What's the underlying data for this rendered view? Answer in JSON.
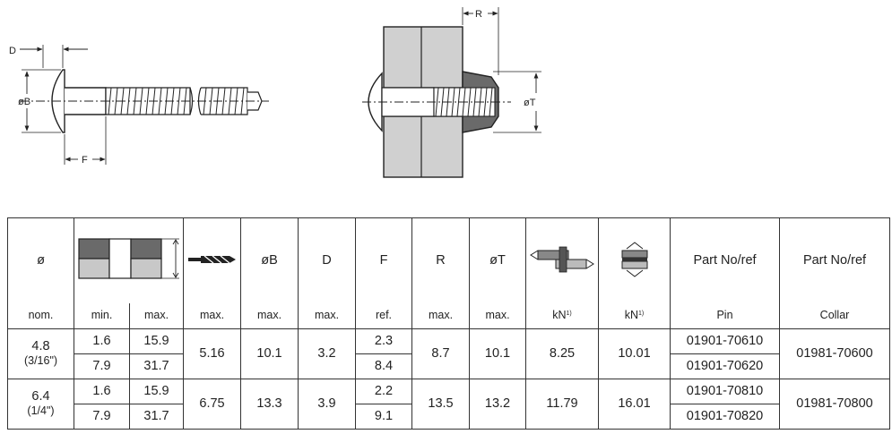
{
  "drawing": {
    "pin_labels": {
      "d": "D",
      "b": "øB",
      "f": "F"
    },
    "assembly_labels": {
      "r": "R",
      "t": "øT"
    }
  },
  "header": {
    "diameter": "ø",
    "b": "øB",
    "d": "D",
    "f": "F",
    "r": "R",
    "t": "øT",
    "part_pin": "Part No/ref",
    "part_collar": "Part No/ref"
  },
  "subheader": {
    "nom": "nom.",
    "min": "min.",
    "max": "max.",
    "hole_max": "max.",
    "b_max": "max.",
    "d_max": "max.",
    "f_ref": "ref.",
    "r_max": "max.",
    "t_max": "max.",
    "shear_unit": "kN",
    "shear_sup": "1)",
    "tensile_unit": "kN",
    "tensile_sup": "1)",
    "pin": "Pin",
    "collar": "Collar"
  },
  "rows": [
    {
      "nom": "4.8",
      "nom_imp": "(3/16\")",
      "grip": [
        {
          "min": "1.6",
          "max": "15.9"
        },
        {
          "min": "7.9",
          "max": "31.7"
        }
      ],
      "hole": "5.16",
      "b": "10.1",
      "d": "3.2",
      "f": [
        "2.3",
        "8.4"
      ],
      "r": "8.7",
      "t": "10.1",
      "shear": "8.25",
      "tensile": "10.01",
      "pins": [
        "01901-70610",
        "01901-70620"
      ],
      "collar": "01981-70600"
    },
    {
      "nom": "6.4",
      "nom_imp": "(1/4\")",
      "grip": [
        {
          "min": "1.6",
          "max": "15.9"
        },
        {
          "min": "7.9",
          "max": "31.7"
        }
      ],
      "hole": "6.75",
      "b": "13.3",
      "d": "3.9",
      "f": [
        "2.2",
        "9.1"
      ],
      "r": "13.5",
      "t": "13.2",
      "shear": "11.79",
      "tensile": "16.01",
      "pins": [
        "01901-70810",
        "01901-70820"
      ],
      "collar": "01981-70800"
    }
  ]
}
